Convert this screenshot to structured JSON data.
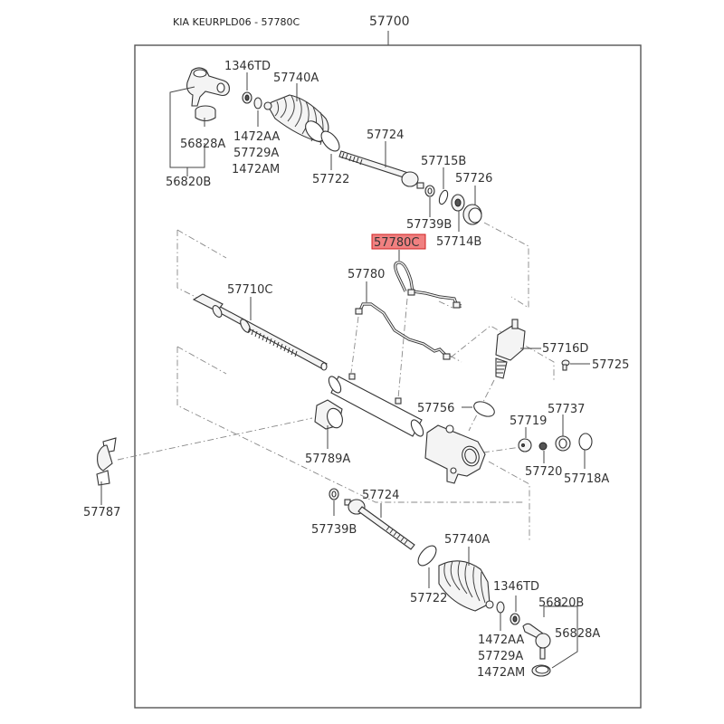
{
  "header": {
    "title": "KIA KEURPLD06 - 57780C",
    "assembly_number": "57700"
  },
  "highlight": {
    "part": "57780C",
    "color": "#f08080",
    "border_color": "#d02020"
  },
  "labels": {
    "upper_left": {
      "p1346TD": "1346TD",
      "p57740A": "57740A",
      "p56828A": "56828A",
      "p1472AA": "1472AA",
      "p57729A": "57729A",
      "p1472AM": "1472AM",
      "p56820B": "56820B",
      "p57722": "57722",
      "p57724": "57724",
      "p57715B": "57715B",
      "p57726": "57726",
      "p57739B": "57739B",
      "p57714B": "57714B"
    },
    "center": {
      "p57780C": "57780C",
      "p57780": "57780",
      "p57710C": "57710C",
      "p57716D": "57716D",
      "p57725": "57725",
      "p57756": "57756",
      "p57719": "57719",
      "p57737": "57737",
      "p57789A": "57789A",
      "p57720": "57720",
      "p57718A": "57718A",
      "p57787": "57787"
    },
    "lower_right": {
      "p57724": "57724",
      "p57739B": "57739B",
      "p57740A": "57740A",
      "p57722": "57722",
      "p1346TD": "1346TD",
      "p56820B": "56820B",
      "p56828A": "56828A",
      "p1472AA": "1472AA",
      "p57729A": "57729A",
      "p1472AM": "1472AM"
    }
  }
}
